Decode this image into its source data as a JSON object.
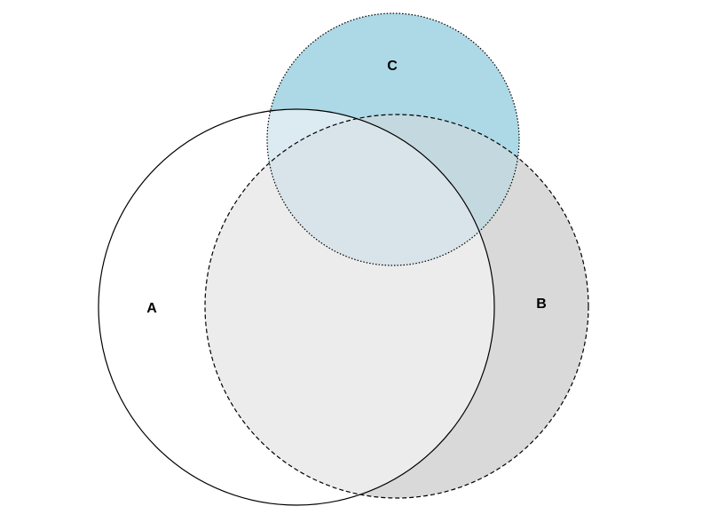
{
  "diagram": {
    "type": "venn",
    "sets": [
      {
        "id": "A",
        "label": "A",
        "fill": "#ffffff",
        "stroke": "#000000",
        "line_style": "solid"
      },
      {
        "id": "B",
        "label": "B",
        "fill": "#d9d9d9",
        "stroke": "#000000",
        "line_style": "dashed"
      },
      {
        "id": "C",
        "label": "C",
        "fill": "#add8e6",
        "stroke": "#000000",
        "line_style": "dotted"
      }
    ],
    "overlap_colors": {
      "A_B": "#ececec",
      "A_C": "#dcebf1",
      "B_C": "#c4d9df",
      "A_B_C": "#d9e4ea"
    }
  }
}
